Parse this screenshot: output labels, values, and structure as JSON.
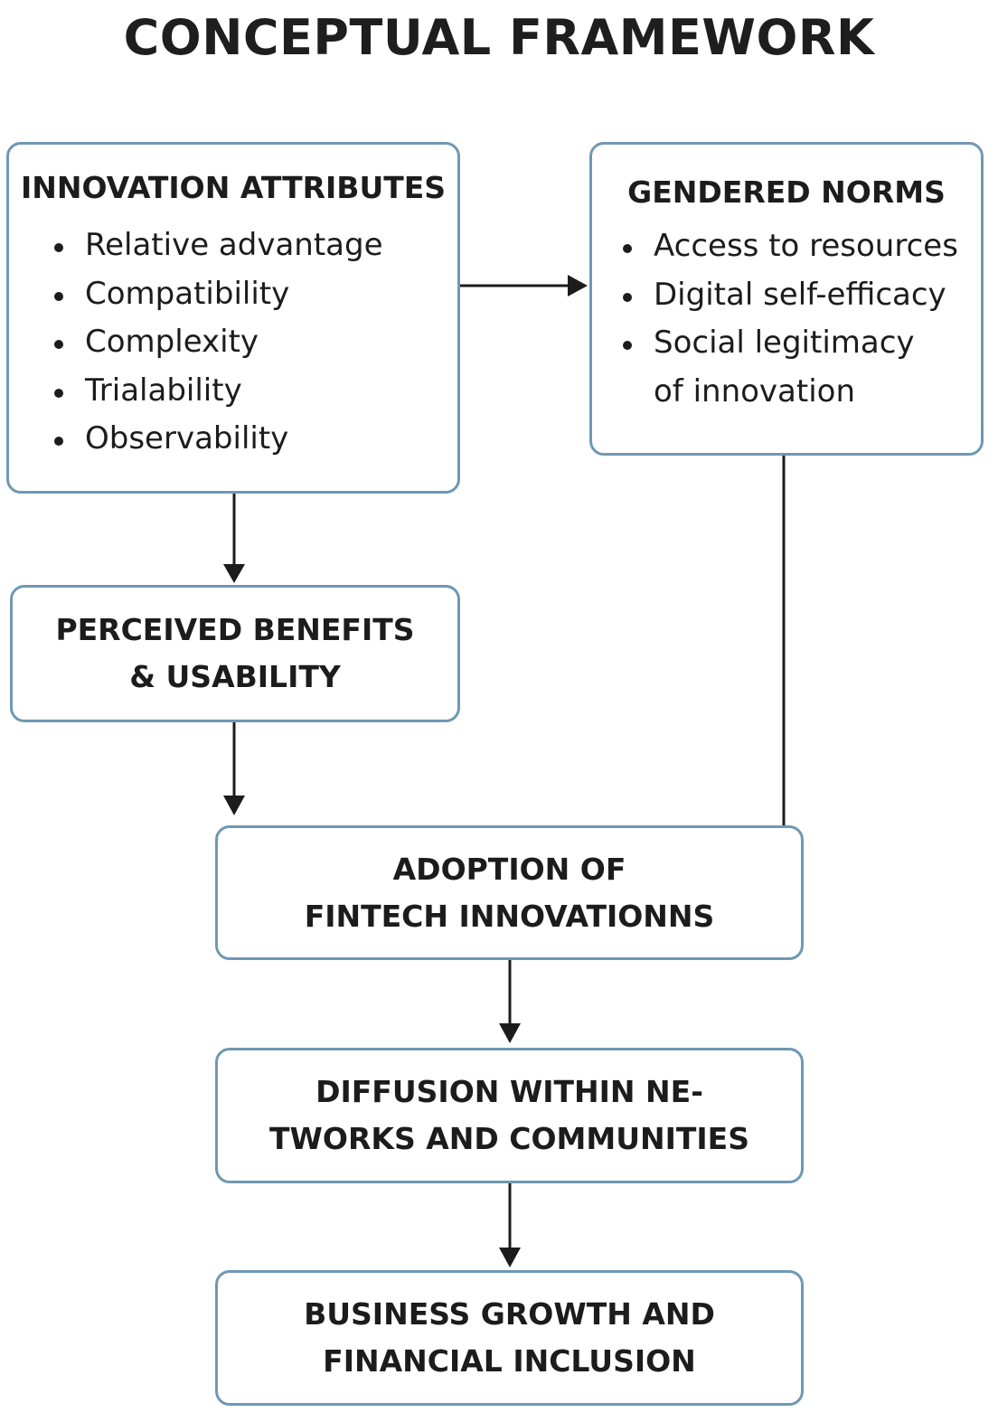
{
  "title": "CONCEPTUAL FRAMEWORK",
  "colors": {
    "box_border": "#6f98b3",
    "text": "#1c1c1c",
    "arrow": "#1c1c1c",
    "background": "#ffffff"
  },
  "nodes": {
    "innovation_attributes": {
      "heading": "INNOVATION ATTRIBUTES",
      "items": [
        "Relative advantage",
        "Compatibility",
        "Complexity",
        "Trialability",
        "Observability"
      ]
    },
    "gendered_norms": {
      "heading": "GENDERED NORMS",
      "items": [
        {
          "line1": "Access to resources",
          "line2": ""
        },
        {
          "line1": "Digital self-efficacy",
          "line2": ""
        },
        {
          "line1": "Social legitimacy",
          "line2": "of innovation"
        }
      ]
    },
    "perceived_benefits": {
      "line1": "PERCEIVED BENEFITS",
      "line2": "& USABILITY"
    },
    "adoption": {
      "line1": "ADOPTION OF",
      "line2": "FINTECH INNOVATIONNS"
    },
    "diffusion": {
      "line1": "DIFFUSION WITHIN NE-",
      "line2": "TWORKS AND COMMUNITIES"
    },
    "outcome": {
      "line1": "BUSINESS GROWTH AND",
      "line2": "FINANCIAL INCLUSION"
    }
  },
  "edges": [
    {
      "from": "innovation_attributes",
      "to": "gendered_norms",
      "type": "arrow"
    },
    {
      "from": "innovation_attributes",
      "to": "perceived_benefits",
      "type": "arrow"
    },
    {
      "from": "perceived_benefits",
      "to": "adoption",
      "type": "arrow"
    },
    {
      "from": "gendered_norms",
      "to": "adoption",
      "type": "line"
    },
    {
      "from": "adoption",
      "to": "diffusion",
      "type": "arrow"
    },
    {
      "from": "diffusion",
      "to": "outcome",
      "type": "arrow"
    }
  ]
}
